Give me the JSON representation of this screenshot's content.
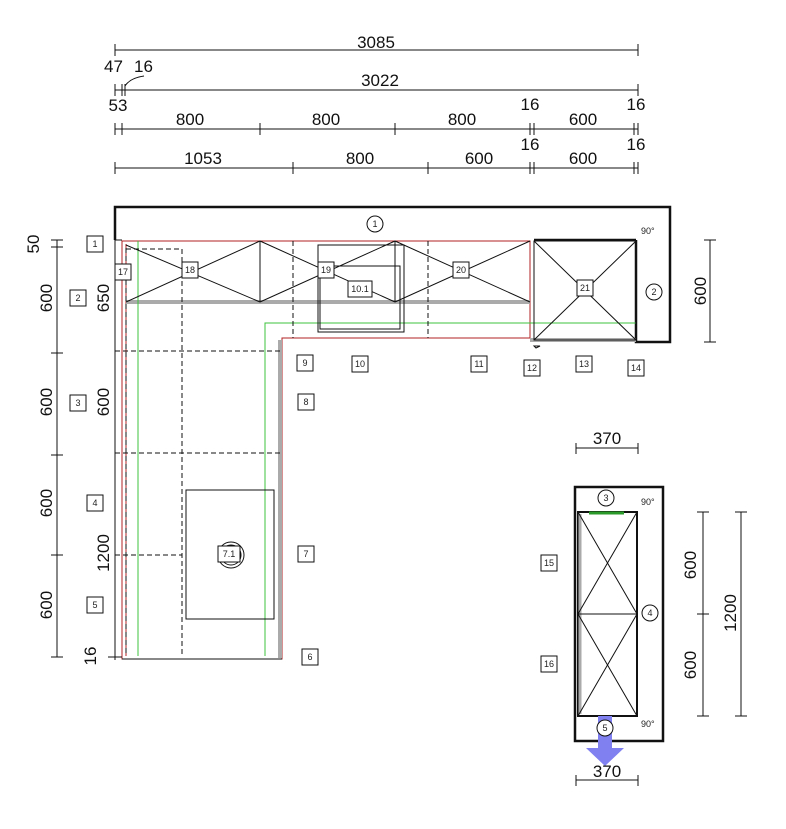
{
  "top_dimensions": {
    "overall": "3085",
    "offset_a": "47",
    "offset_b": "16",
    "inner": "3022",
    "start": "53",
    "row1": [
      "800",
      "800",
      "800",
      "600"
    ],
    "row1_gaps": [
      "16",
      "16"
    ],
    "row2": [
      "1053",
      "800",
      "600",
      "600"
    ],
    "row2_gaps": [
      "16",
      "16"
    ]
  },
  "left_dimensions": {
    "outer": [
      "50",
      "600",
      "600",
      "600",
      "600",
      "16"
    ],
    "inner": [
      "650",
      "600",
      "1200"
    ]
  },
  "right_dimension": "600",
  "wall_labels": [
    "1",
    "2",
    "3",
    "4",
    "5"
  ],
  "angles": [
    "90°",
    "90°",
    "90°"
  ],
  "position_tags": [
    "1",
    "2",
    "3",
    "4",
    "5",
    "6",
    "7",
    "8",
    "9",
    "10",
    "11",
    "12",
    "13",
    "14",
    "15",
    "16",
    "17",
    "18",
    "19",
    "20",
    "21"
  ],
  "fixture_tags": {
    "sink": "10.1",
    "hob": "7.1"
  },
  "side_panel": {
    "top_width": "370",
    "bottom_width": "370",
    "heights": [
      "600",
      "600"
    ],
    "total_height": "1200"
  },
  "colors": {
    "worktop": "#b02020",
    "edge": "#3cc03c",
    "door_arrow": "#8080f0"
  }
}
